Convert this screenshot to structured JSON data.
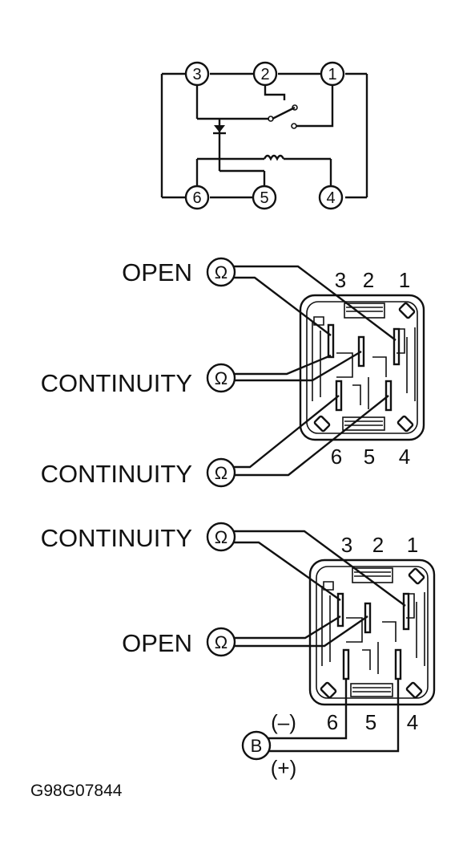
{
  "schematic": {
    "top_terminals": [
      "3",
      "2",
      "1"
    ],
    "bottom_terminals": [
      "6",
      "5",
      "4"
    ]
  },
  "test1": {
    "label_open": "OPEN",
    "label_continuity_a": "CONTINUITY",
    "label_continuity_b": "CONTINUITY",
    "top_numbers": [
      "3",
      "2",
      "1"
    ],
    "bottom_numbers": [
      "6",
      "5",
      "4"
    ]
  },
  "test2": {
    "label_continuity": "CONTINUITY",
    "label_open": "OPEN",
    "top_numbers": [
      "3",
      "2",
      "1"
    ],
    "bottom_numbers": [
      "6",
      "5",
      "4"
    ],
    "battery_symbol": "B",
    "minus_label": "(–)",
    "plus_label": "(+)"
  },
  "ohm_symbol": "Ω",
  "figure_code": "G98G07844"
}
